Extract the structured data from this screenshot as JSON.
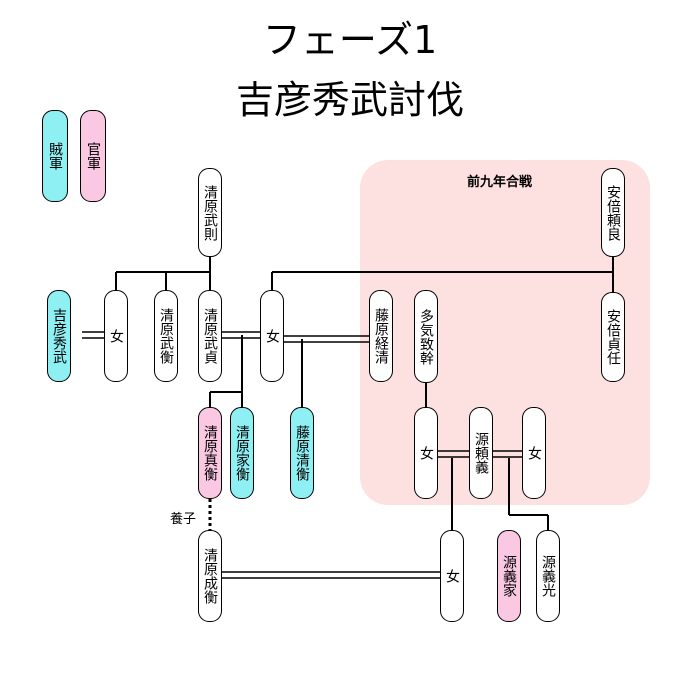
{
  "title": {
    "line1": "フェーズ1",
    "line2": "吉彦秀武討伐"
  },
  "colors": {
    "rebel": "#8ff0f4",
    "official": "#fbc8e4",
    "region": "#fde0e0"
  },
  "legend": {
    "rebel": "賊軍",
    "official": "官軍"
  },
  "region": {
    "label": "前九年合戦"
  },
  "adoption_label": "養子",
  "nodes": {
    "kiyohara_takenori": "清原武則",
    "abe_yoritoki": "安倍頼良",
    "kiyowara_hidetake": "吉彦秀武",
    "woman_1": "女",
    "kiyohara_takehira": "清原武衡",
    "kiyohara_takesada": "清原武貞",
    "woman_2": "女",
    "fujiwara_tsunekiyo": "藤原経清",
    "ta_no_munetomo": "多気致幹",
    "abe_sadato": "安倍貞任",
    "kiyohara_sanehira": "清原真衡",
    "kiyohara_iehira": "清原家衡",
    "fujiwara_kiyohira": "藤原清衡",
    "woman_3": "女",
    "minamoto_yoriyoshi": "源頼義",
    "woman_4": "女",
    "kiyohara_narihira": "清原成衡",
    "woman_5": "女",
    "minamoto_yoshiie": "源義家",
    "minamoto_yoshimitsu": "源義光"
  }
}
